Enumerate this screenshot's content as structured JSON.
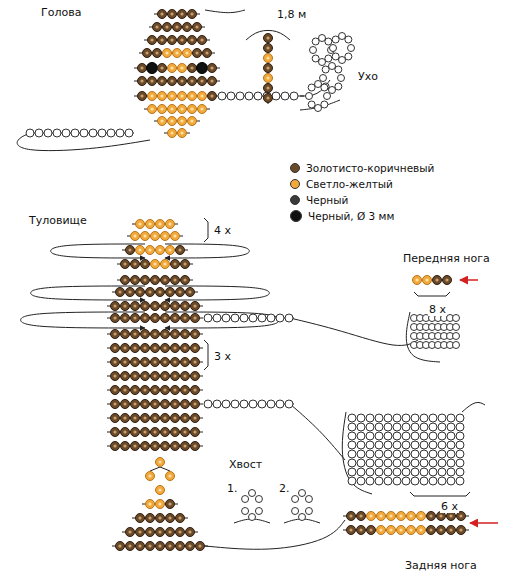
{
  "diagram": {
    "labels": [
      "Голова",
      "1,8 м",
      "Ухо",
      "Туловище",
      "4 х",
      "Передняя нога",
      "8 х",
      "3 х",
      "Хвост",
      "1.",
      "2.",
      "6 х",
      "Задняя нога"
    ],
    "legend": [
      {
        "text": "Золотисто-коричневый",
        "color": "#6b4a2a"
      },
      {
        "text": "Светло-желтый",
        "color": "#f2a93b"
      },
      {
        "text": "Черный",
        "color": "#3a3a3a"
      },
      {
        "text": "Черный, Ø 3 мм",
        "color": "#111111"
      }
    ]
  }
}
